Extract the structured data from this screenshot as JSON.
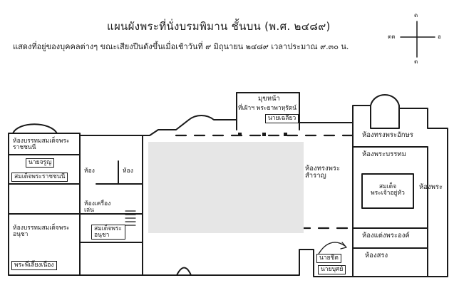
{
  "title": "แผนผังพระที่นั่งบรมพิมาน ชั้นบน (พ.ศ. ๒๔๘๙)",
  "subtitle": "แสดงที่อยู่ของบุคคลต่างๆ ขณะเสียงปืนดังขึ้นเมื่อเช้าวันที่ ๙ มิถุนายน ๒๔๘๙ เวลาประมาณ ๙.๓๐ น.",
  "compass": {
    "north": "ด",
    "west": "ตต",
    "east": "อ",
    "south": "ต"
  },
  "rooms": {
    "porch": "มุขหน้า",
    "porch_note": "ที่เฝ้าฯ พระยาพาหุรัตน์",
    "nai_chaleo": "นายเฉลียว",
    "hall_main": "ห้องทรงพระอักษร",
    "bedroom_king": "ห้องพระบรรทม",
    "king_label": "สมเด็จพระเจ้าอยู่หัว",
    "room_east": "ห้องแต่งพระองค์",
    "room_right": "ห้องพระ",
    "hallway_center": "ห้องทรงพระสำราญ",
    "room_left_top": "ห้องบรรทมสมเด็จพระราชชนนี",
    "nai_charoon": "นายจรูญ",
    "somdet_queen": "สมเด็จพระราชชนนี",
    "room_small": "ห้อง",
    "room_small2": "ห้อง",
    "room_kreuang": "ห้องเครื่องเล่น",
    "somdet_brother": "สมเด็จพระอนุชา",
    "room_left_bottom": "ห้องบรรทมสมเด็จพระอนุชา",
    "nai_chit_boot": "พระพี่เลี้ยงเนื่อง",
    "nai_butr": "นายบุศย์",
    "nai_chit": "นายชิต",
    "room_stairs": "ห้องสรง"
  }
}
